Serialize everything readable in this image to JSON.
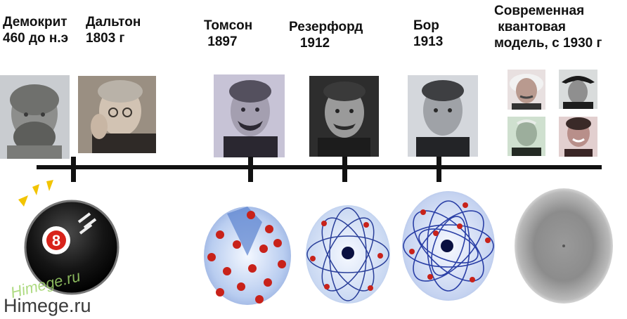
{
  "labels": {
    "democritus": "Демокрит\n460 до н.э",
    "dalton": "Дальтон\n1803 г",
    "thomson": "Томсон\n 1897",
    "rutherford": "Резерфорд\n   1912",
    "bohr": "Бор\n1913",
    "modern": "Современная\n квантовая\nмодель, с 1930 г"
  },
  "watermark": {
    "main": "Himege.ru",
    "faded": "Himege.ru"
  },
  "ball_number": "8",
  "colors": {
    "timeline": "#111111",
    "electron": "#c8221a",
    "nucleus": "#0a1040",
    "orbit": "#2a3f9a",
    "portrait_tone": "#8a8a8a",
    "ball": "#111111",
    "watermark_green": "#9fd46a"
  }
}
